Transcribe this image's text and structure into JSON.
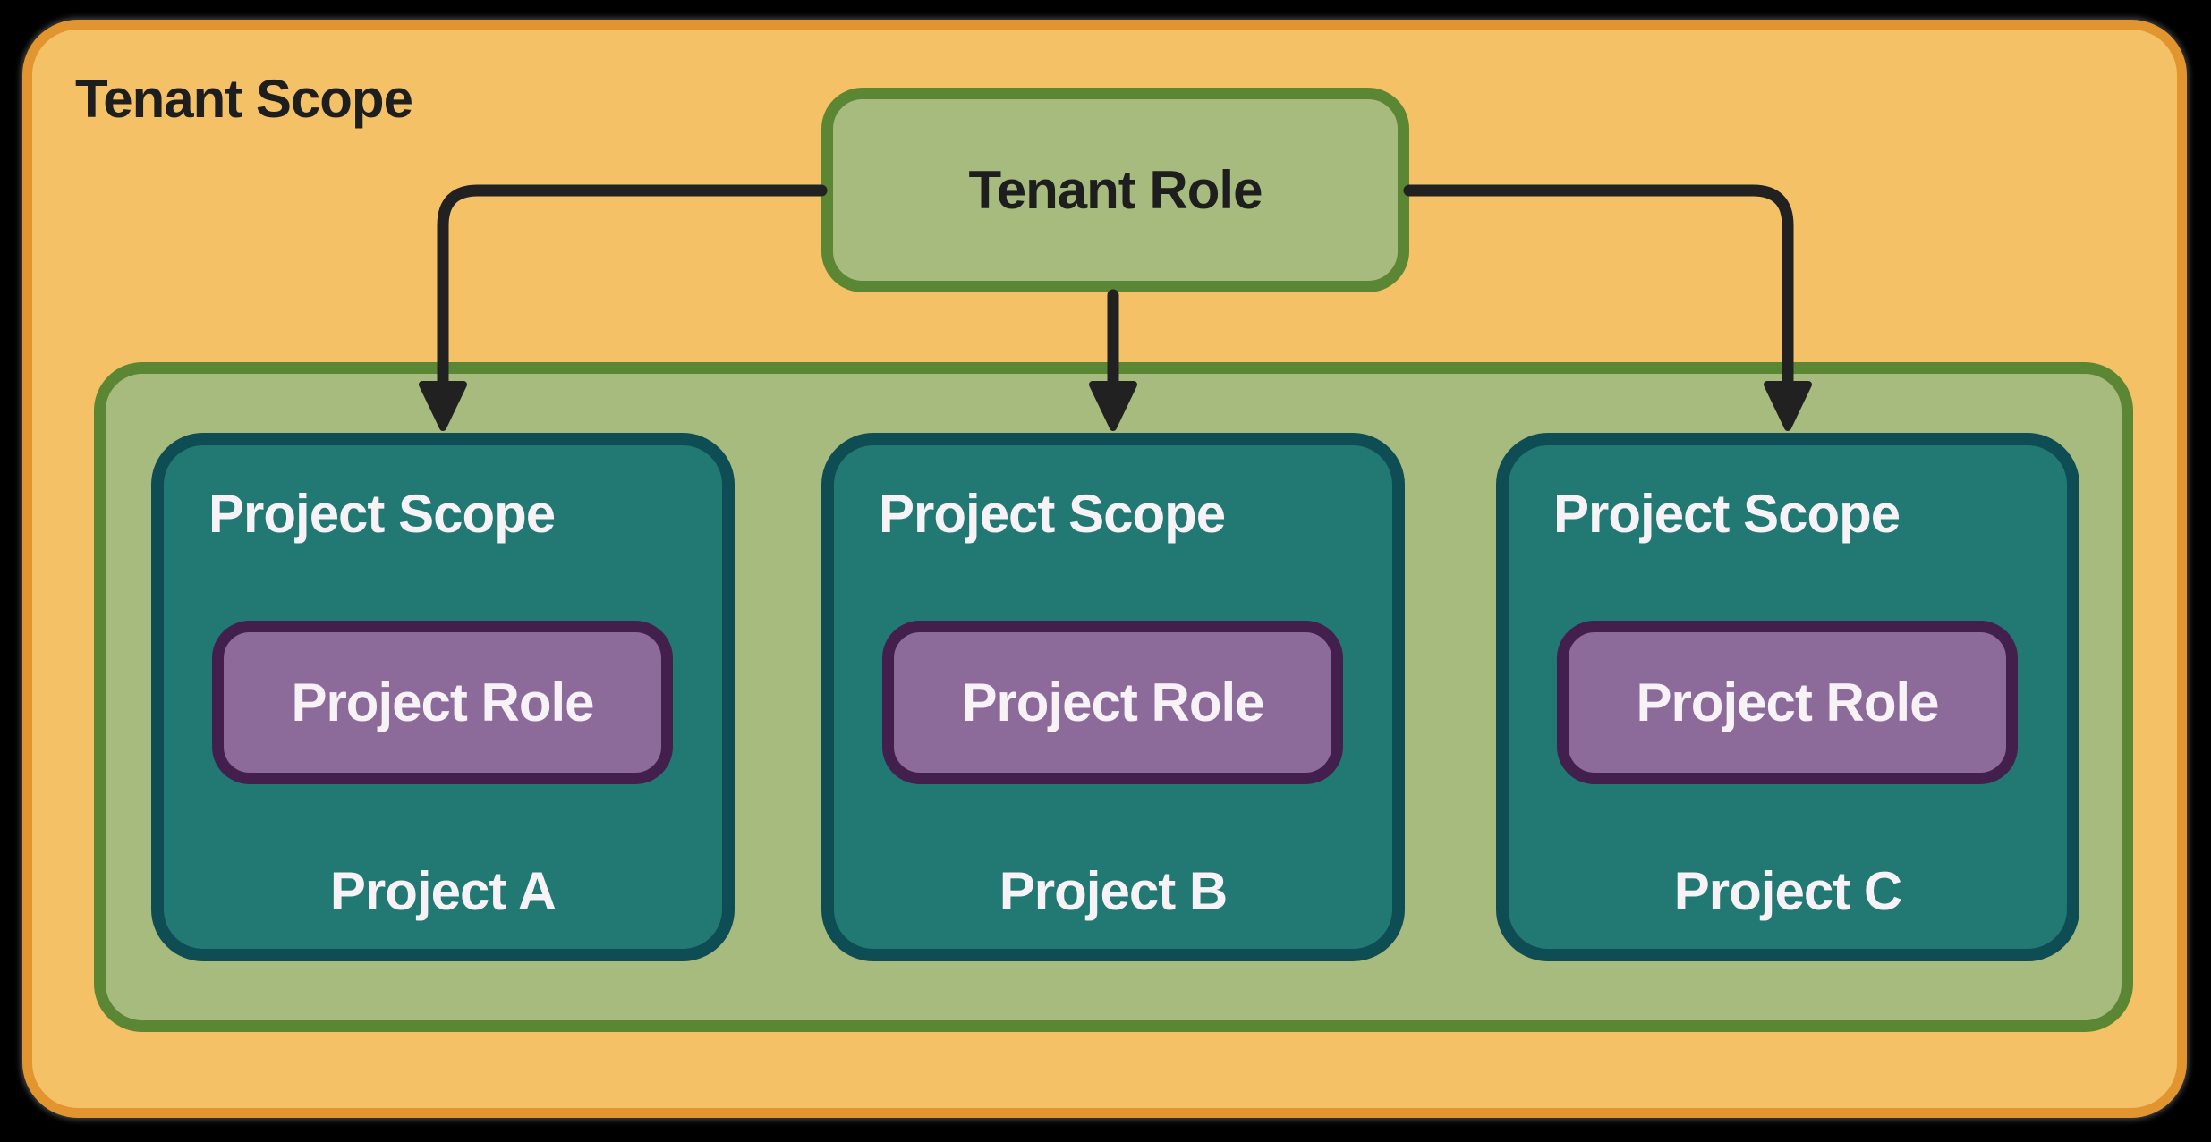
{
  "tenant_scope": {
    "label": "Tenant Scope"
  },
  "tenant_role": {
    "label": "Tenant Role"
  },
  "project_scopes": [
    {
      "scope_label": "Project Scope",
      "role_label": "Project Role",
      "project_name": "Project A"
    },
    {
      "scope_label": "Project Scope",
      "role_label": "Project Role",
      "project_name": "Project B"
    },
    {
      "scope_label": "Project Scope",
      "role_label": "Project Role",
      "project_name": "Project C"
    }
  ],
  "colors": {
    "page-bg": "#000000",
    "tenant-fill": "#f4c166",
    "tenant-border": "#e2952f",
    "green-fill": "#a8bb7e",
    "green-border": "#5b8634",
    "teal-fill": "#227974",
    "teal-border": "#0e4d53",
    "purple-fill": "#8c6b9b",
    "purple-border": "#421f4d",
    "arrow": "#212121",
    "dark-text": "#1e1e1e",
    "light-text": "#f7f2f5"
  }
}
